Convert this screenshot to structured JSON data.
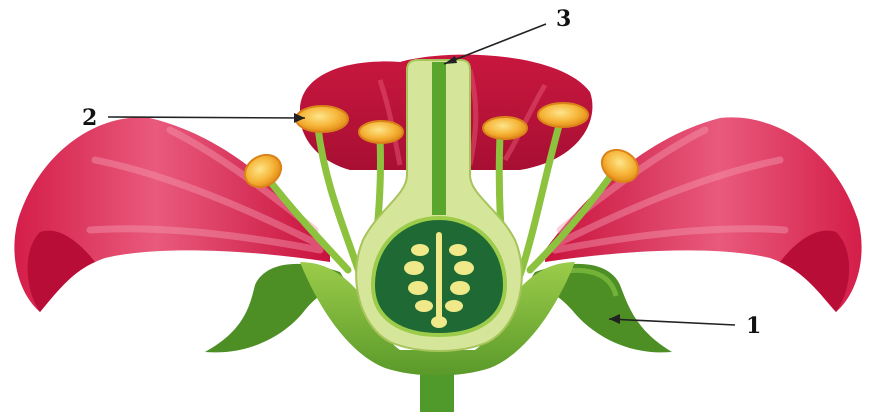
{
  "labels": [
    {
      "id": "label-1",
      "text": "1"
    },
    {
      "id": "label-2",
      "text": "2"
    },
    {
      "id": "label-3",
      "text": "3"
    }
  ],
  "colors": {
    "petal_dark": "#c4163f",
    "petal_mid": "#dd3d62",
    "petal_light": "#ee7d96",
    "stem_green": "#5aa62c",
    "sepal_green": "#4d8e25",
    "pistil_light": "#d5e69a",
    "ovary_dark": "#1f6a34",
    "ovule_yellow": "#f0e98a",
    "anther_orange": "#f3a524",
    "anther_yellow": "#fbd053"
  }
}
